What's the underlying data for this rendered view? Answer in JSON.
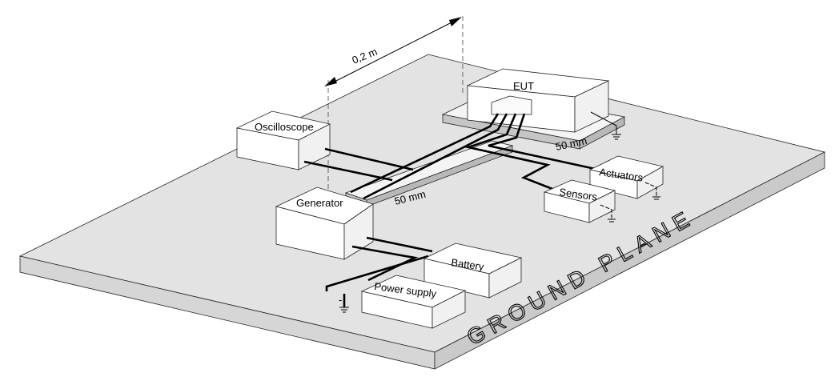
{
  "labels": {
    "distance": "0,2 m",
    "eut": "EUT",
    "oscilloscope": "Oscilloscope",
    "generator": "Generator",
    "battery": "Battery",
    "power_supply": "Power supply",
    "actuators": "Actuators",
    "sensors": "Sensors",
    "spacer_eut": "50 mm",
    "spacer_harness": "50 mm",
    "ground_plane": "GROUND PLANE",
    "minus_sign": "-"
  },
  "colors": {
    "plane_top": "#e3e3e3",
    "plane_side": "#cfcfcf",
    "box_fill": "#ffffff",
    "line": "#000000"
  }
}
